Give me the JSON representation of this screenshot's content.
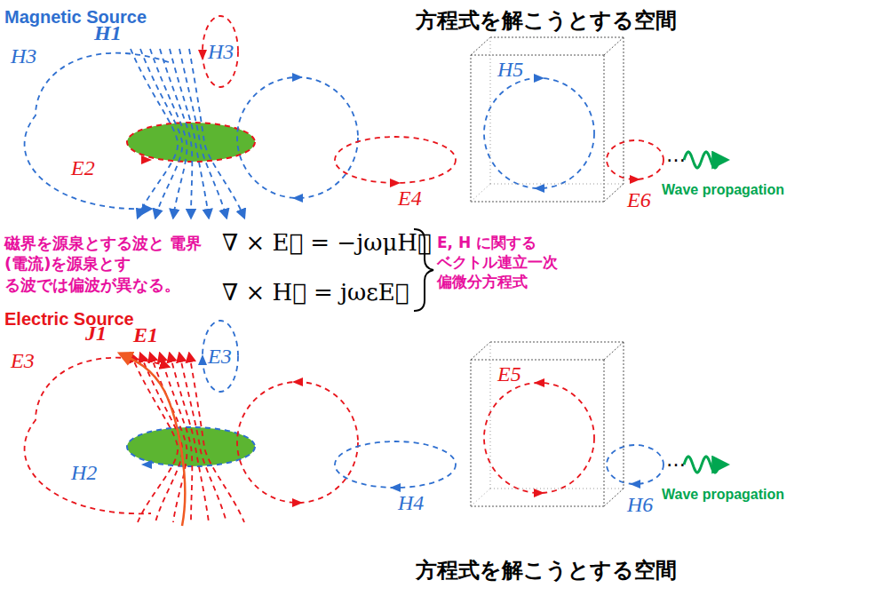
{
  "diagram": {
    "nodes": [
      {
        "text": [
          "方程式を解こうとする空間",
          "H5"
        ]
      },
      {
        "text": [
          "E5",
          "方程式を解こうとする空間"
        ]
      }
    ],
    "labels": [
      "Magnetic Source",
      "H3",
      "H1",
      "H3",
      "E2",
      "E4",
      "E6",
      "…",
      "Wave propagation",
      "磁界を源泉とする波と 電界(電流)を源泉とす る波では偏波が異なる。",
      "∇ × E⃗ = −jωμH⃗",
      "∇ × H⃗ = jωεE⃗",
      "E, H に関する ベクトル連立一次 偏微分方程式",
      "Electric Source",
      "E3",
      "J1",
      "E1",
      "E3",
      "H2",
      "H4",
      "H6",
      "…",
      "Wave propagation"
    ]
  }
}
